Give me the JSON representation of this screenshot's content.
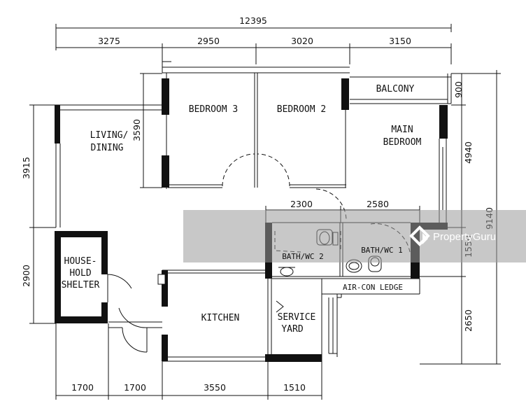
{
  "dimensions": {
    "overall_width": "12395",
    "top_1": "3275",
    "top_2": "2950",
    "top_3": "3020",
    "top_4": "3150",
    "inner_1": "2300",
    "inner_2": "2580",
    "bottom_1": "1700",
    "bottom_2": "1700",
    "bottom_3": "3550",
    "bottom_4": "1510",
    "left_1": "3915",
    "left_2": "2900",
    "bedroom3_depth": "3590",
    "right_1": "900",
    "right_2": "4940",
    "right_3": "1550",
    "right_4": "2650",
    "right_total": "9140"
  },
  "rooms": {
    "bedroom3": "BEDROOM 3",
    "bedroom2": "BEDROOM 2",
    "balcony": "BALCONY",
    "main_bedroom_1": "MAIN",
    "main_bedroom_2": "BEDROOM",
    "living_1": "LIVING/",
    "living_2": "DINING",
    "shelter_1": "HOUSE-",
    "shelter_2": "HOLD",
    "shelter_3": "SHELTER",
    "kitchen": "KITCHEN",
    "service_1": "SERVICE",
    "service_2": "YARD",
    "bath2": "BATH/WC 2",
    "bath1": "BATH/WC 1",
    "aircon": "AIR-CON LEDGE"
  },
  "watermark": {
    "text": "PropertyGuru",
    "color": "#9a9a9a"
  }
}
